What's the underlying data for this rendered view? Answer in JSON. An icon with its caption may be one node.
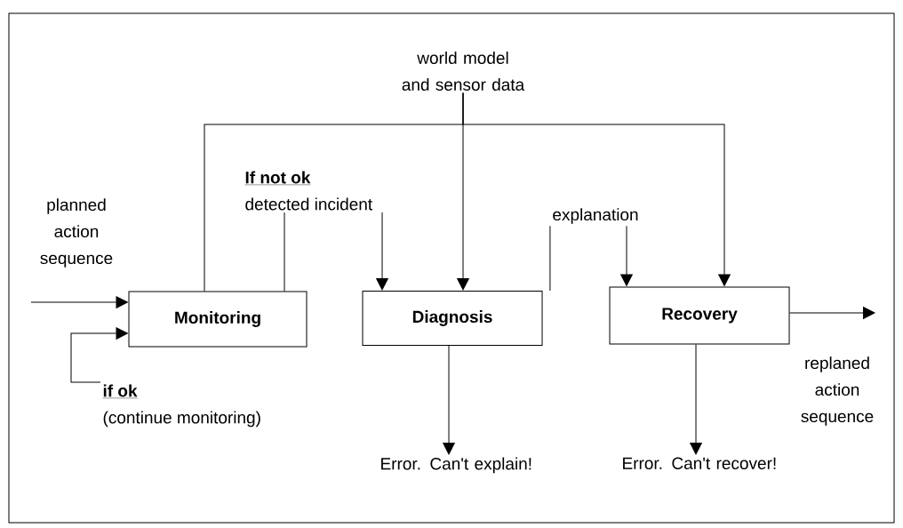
{
  "diagram": {
    "nodes": [
      {
        "text": [
          "world model and sensor data"
        ]
      },
      {
        "text": [
          "Monitoring"
        ]
      },
      {
        "text": [
          "Diagnosis"
        ]
      },
      {
        "text": [
          "Recovery"
        ]
      },
      {
        "text": [
          "If not ok",
          "detected incident"
        ]
      },
      {
        "text": [
          "explanation"
        ]
      },
      {
        "text": [
          "if ok",
          "(continue monitoring)"
        ]
      },
      {
        "text": [
          "Error. Can't explain!"
        ]
      },
      {
        "text": [
          "Error. Can't recover!"
        ]
      }
    ],
    "edges": [
      {
        "from": null,
        "to": 1,
        "arrow": "to",
        "label": "planned action sequence"
      },
      {
        "from": 0,
        "to": 1,
        "arrow": "none"
      },
      {
        "from": 0,
        "to": 2,
        "arrow": "to"
      },
      {
        "from": 0,
        "to": 3,
        "arrow": "to"
      },
      {
        "from": 1,
        "to": 4,
        "arrow": "none"
      },
      {
        "from": 4,
        "to": 2,
        "arrow": "to"
      },
      {
        "from": 2,
        "to": 5,
        "arrow": "none"
      },
      {
        "from": 5,
        "to": 3,
        "arrow": "to"
      },
      {
        "from": 6,
        "to": 1,
        "arrow": "to"
      },
      {
        "from": 2,
        "to": 7,
        "arrow": "to"
      },
      {
        "from": 3,
        "to": 8,
        "arrow": "to"
      },
      {
        "from": 3,
        "to": null,
        "arrow": "to",
        "label": "replaned action sequence"
      }
    ]
  }
}
